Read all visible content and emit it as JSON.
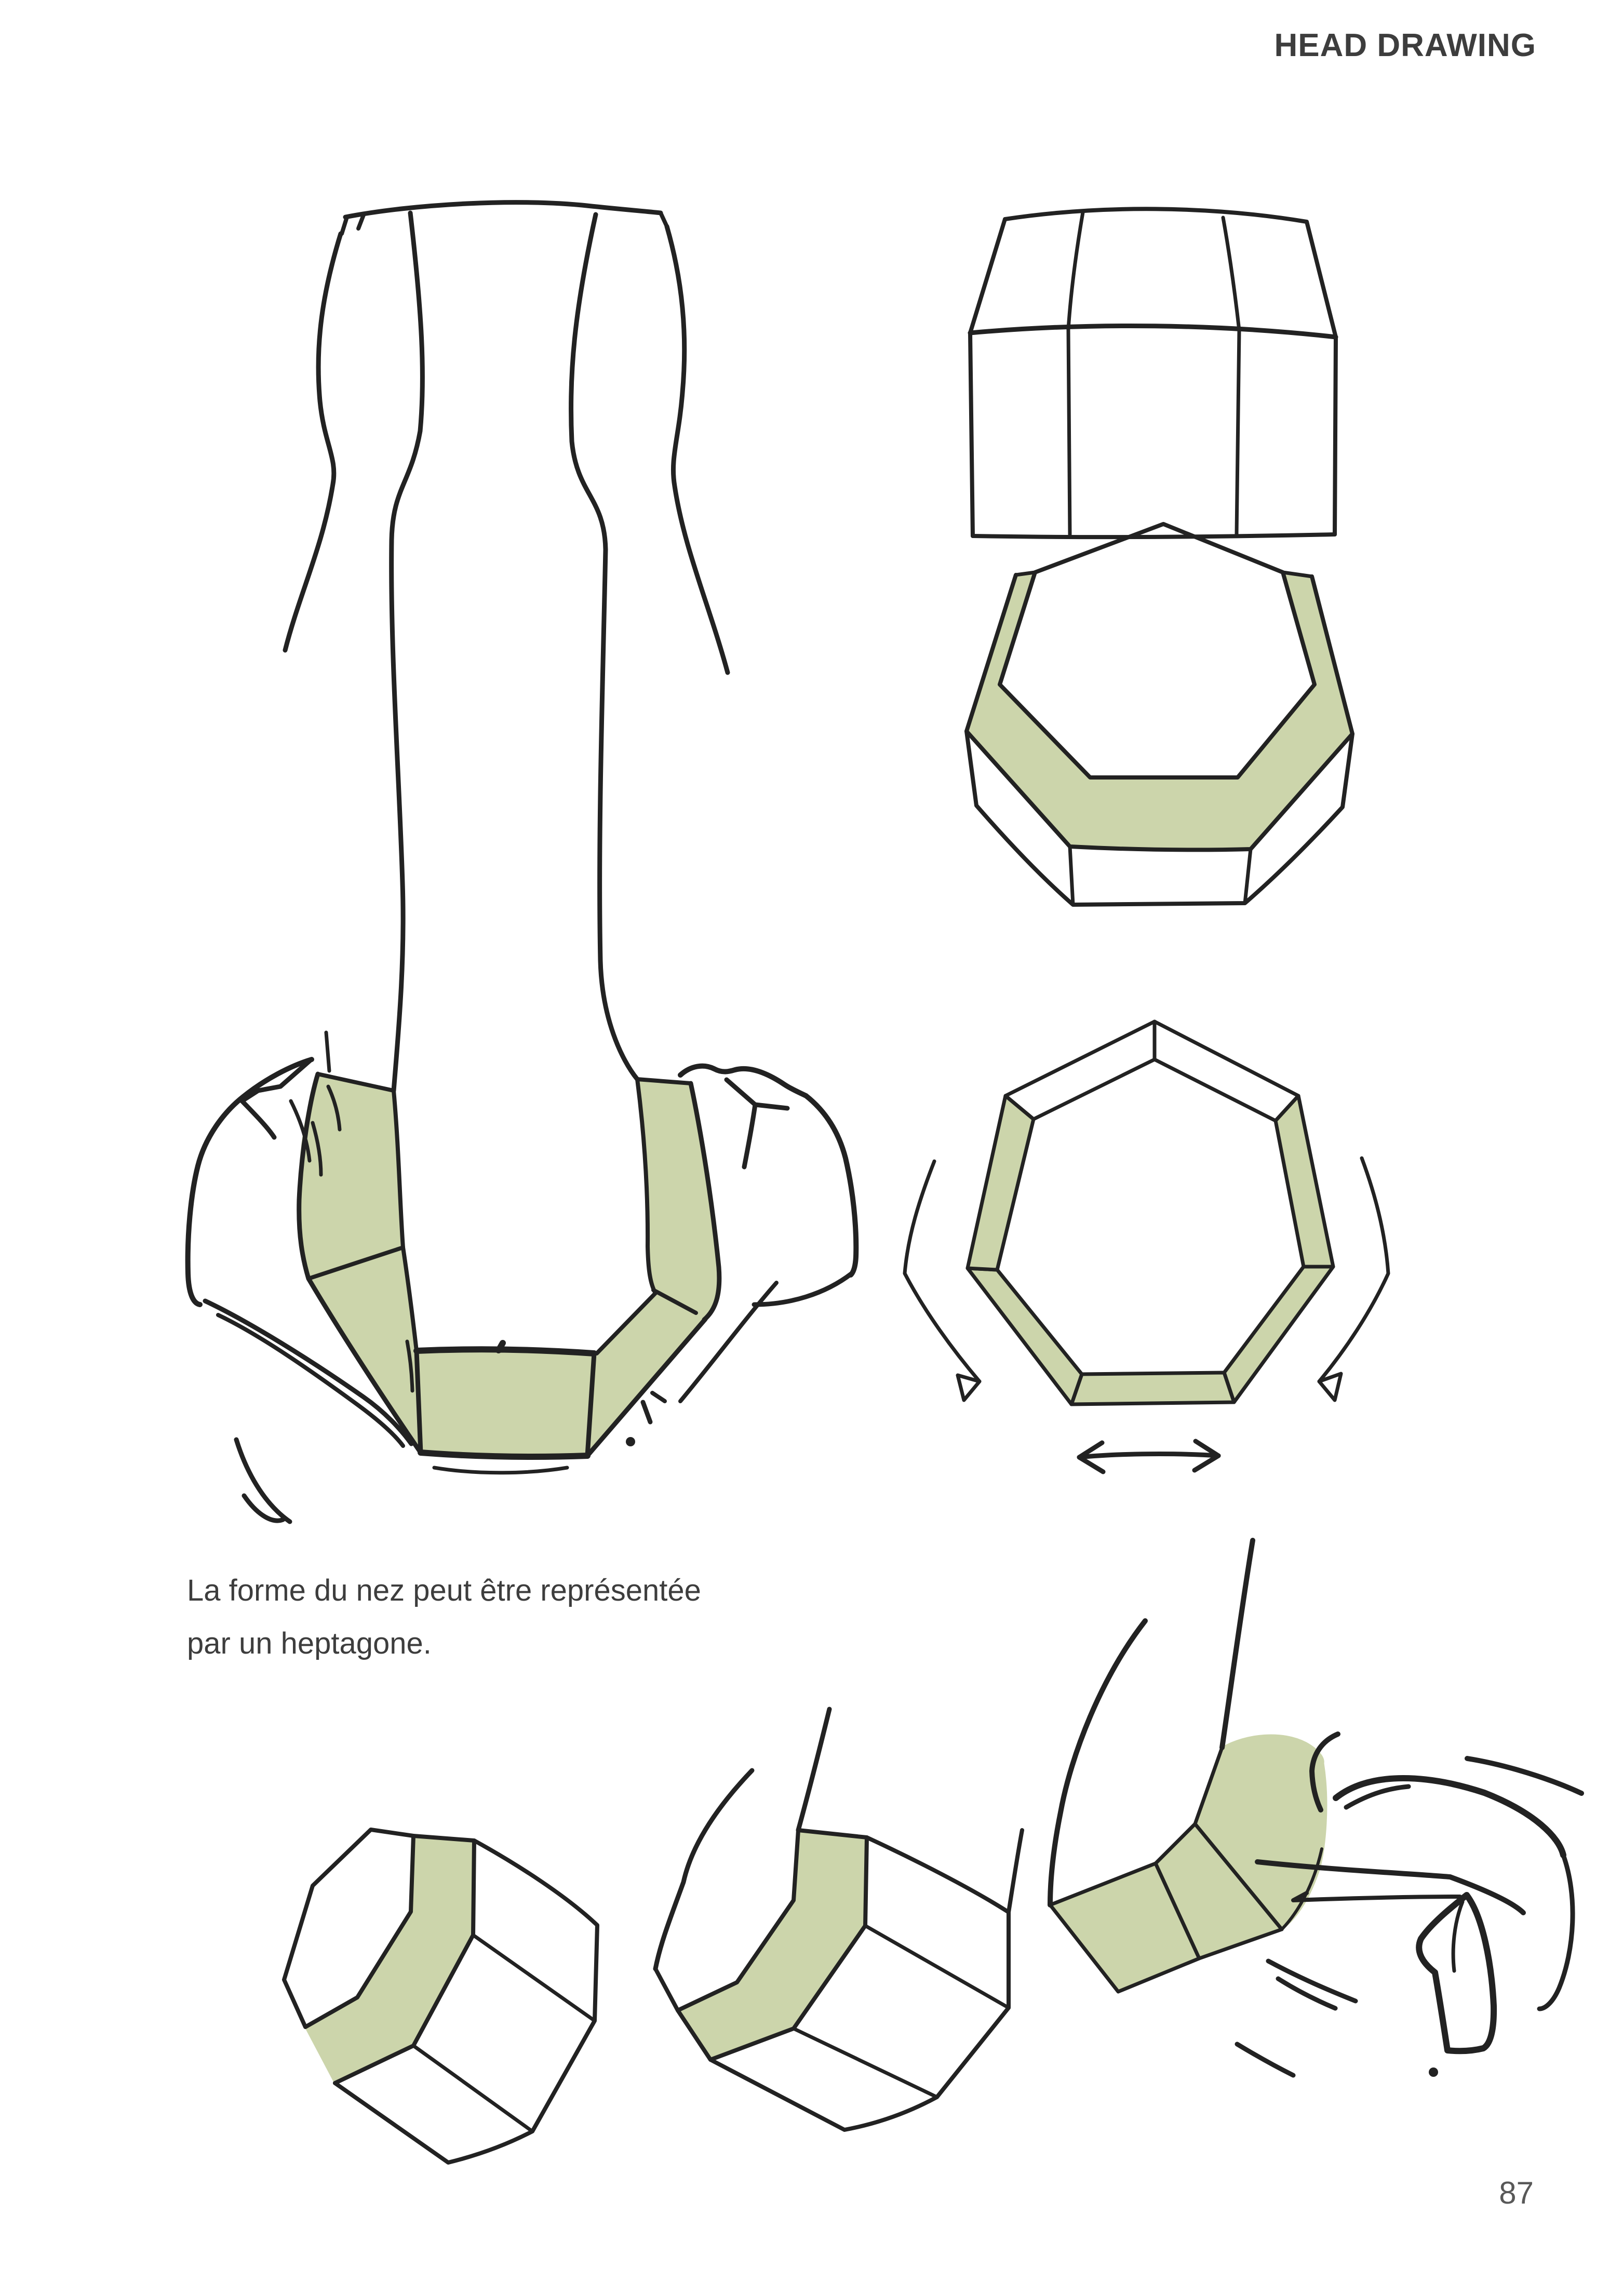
{
  "page": {
    "title": "HEAD DRAWING",
    "page_number": "87",
    "caption": {
      "line1": "La forme du nez peut être représentée",
      "line2": "par un heptagone."
    },
    "colors": {
      "background": "#ffffff",
      "ink": "#222222",
      "text": "#3d3d3d",
      "accent_green": "#ccd5ab"
    },
    "icons": {
      "left_rotation_arrow": "curved-arrow-down-left",
      "right_rotation_arrow": "curved-arrow-down-right",
      "width_arrow": "double-headed-horizontal-arrow"
    }
  }
}
